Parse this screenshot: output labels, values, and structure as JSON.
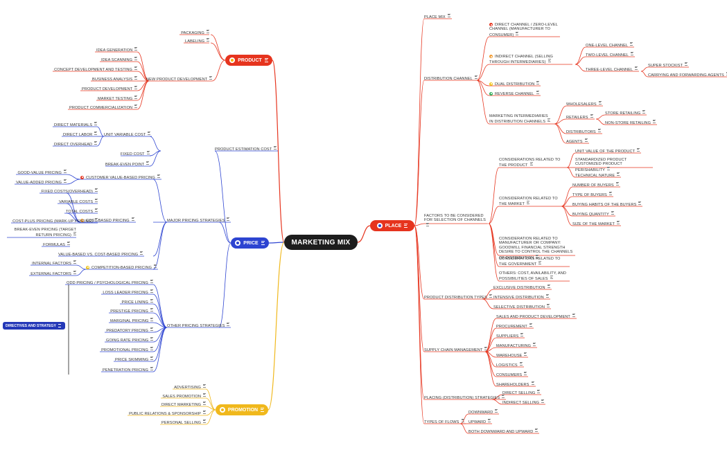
{
  "root": "MARKETING MIX",
  "detached_topic": "DIRECTIVES AND STRATEGY",
  "colors": {
    "product": "#e6341e",
    "price": "#2d44d1",
    "promotion": "#f0b81c",
    "place": "#e6341e",
    "place_line": "#e6341e",
    "price_line": "#2d44d1",
    "promotion_line": "#f0b81c",
    "product_line": "#e6341e",
    "dot_red": "#e6341e",
    "dot_orange": "#f29a2e",
    "dot_yellow": "#f0c419",
    "dot_green": "#2fae5b"
  },
  "branches": {
    "product": {
      "label": "PRODUCT",
      "children": [
        {
          "label": "PACKAGING"
        },
        {
          "label": "LABELING"
        },
        {
          "label": "NEW PRODUCT DEVELOPMENT",
          "children": [
            {
              "label": "IDEA GENERATION"
            },
            {
              "label": "IDEA SCANNING"
            },
            {
              "label": "CONCEPT DEVELOPMENT AND TESTING"
            },
            {
              "label": "BUSINESS ANALYSIS"
            },
            {
              "label": "PRODUCT DEVELOPMENT"
            },
            {
              "label": "MARKET TESTING"
            },
            {
              "label": "PRODUCT COMMERCIALIZATION"
            }
          ]
        }
      ]
    },
    "price": {
      "label": "PRICE",
      "children": [
        {
          "label": "PRODUCT ESTIMATION COST",
          "children": [
            {
              "label": "UNIT VARIABLE COST",
              "children": [
                {
                  "label": "DIRECT MATERIALS"
                },
                {
                  "label": "DIRECT LABOR"
                },
                {
                  "label": "DIRECT OVERHEAD"
                }
              ]
            },
            {
              "label": "FIXED COST"
            },
            {
              "label": "BREAK-EVEN POINT"
            }
          ]
        },
        {
          "label": "MAJOR PRICING STRATEGIES",
          "children": [
            {
              "label": "CUSTOMER VALUE-BASED PRICING",
              "children": [
                {
                  "label": "GOOD-VALUE PRICING"
                },
                {
                  "label": "VALUE-ADDED PRICING"
                }
              ]
            },
            {
              "label": "COST-BASED PRICING",
              "children": [
                {
                  "label": "FIXED COSTS(OVERHEAD)"
                },
                {
                  "label": "VARIABLE COSTS"
                },
                {
                  "label": "TOTAL COSTS"
                },
                {
                  "label": "COST-PLUS PRICING (MARK-UP PRICING)"
                },
                {
                  "label": "BREAK-EVEN PRICING (TARGET RETURN PRICING)"
                },
                {
                  "label": "FORMULAS"
                }
              ]
            },
            {
              "label": "VALUE-BASED VS. COST-BASED PRICING"
            },
            {
              "label": "COMPETITION-BASED PRICING",
              "children": [
                {
                  "label": "INTERNAL FACTORS"
                },
                {
                  "label": "EXTERNAL FACTORS"
                }
              ]
            }
          ]
        },
        {
          "label": "OTHER PRICING STRATEGIES",
          "children": [
            {
              "label": "ODD PRICING / PSYCHOLOGICAL PRICING"
            },
            {
              "label": "LOSS LEADER PRICING"
            },
            {
              "label": "PRICE LINING"
            },
            {
              "label": "PRESTIGE PRICING"
            },
            {
              "label": "MARGINAL PRICING"
            },
            {
              "label": "PREDATORY PRICING"
            },
            {
              "label": "GOING RATE PRICING"
            },
            {
              "label": "PROMOTIONAL PRICING"
            },
            {
              "label": "PRICE SKIMMING"
            },
            {
              "label": "PENETRATION PRICING"
            }
          ]
        }
      ]
    },
    "promotion": {
      "label": "PROMOTION",
      "children": [
        {
          "label": "ADVERTISING"
        },
        {
          "label": "SALES PROMOTION"
        },
        {
          "label": "DIRECT MARKETING"
        },
        {
          "label": "PUBLIC RELATIONS & SPONSORSHIP"
        },
        {
          "label": "PERSONAL SELLING"
        }
      ]
    },
    "place": {
      "label": "PLACE",
      "children": [
        {
          "label": "PLACE MIX"
        },
        {
          "label": "DISTRIBUTION CHANNEL",
          "children": [
            {
              "label": "DIRECT CHANNEL / ZERO-LEVEL CHANNEL (MANUFACTURER TO CONSUMER)"
            },
            {
              "label": "INDIRECT CHANNEL (SELLING THROUGH INTERMEDIARIES)",
              "children": [
                {
                  "label": "ONE-LEVEL CHANNEL"
                },
                {
                  "label": "TWO-LEVEL CHANNEL"
                },
                {
                  "label": "THREE-LEVEL CHANNEL",
                  "children": [
                    {
                      "label": "SUPER STOCKIST"
                    },
                    {
                      "label": "CARRYING AND FORWARDING AGENTS"
                    }
                  ]
                }
              ]
            },
            {
              "label": "DUAL DISTRIBUTION"
            },
            {
              "label": "REVERSE CHANNEL"
            },
            {
              "label": "MARKETING INTERMEDIARIES IN DISTRIBUTION CHANNELS",
              "children": [
                {
                  "label": "WHOLESALERS"
                },
                {
                  "label": "RETAILERS",
                  "children": [
                    {
                      "label": "STORE RETAILING"
                    },
                    {
                      "label": "NON-STORE RETAILING"
                    }
                  ]
                },
                {
                  "label": "DISTRIBUTORS"
                },
                {
                  "label": "AGENTS"
                }
              ]
            }
          ]
        },
        {
          "label": "FACTORS TO BE CONSIDERED FOR SELECTION OF CHANNELS",
          "children": [
            {
              "label": "CONSIDERATIONS RELATED TO THE PRODUCT",
              "children": [
                {
                  "label": "UNIT VALUE OF THE PRODUCT"
                },
                {
                  "label": "STANDARDIZED PRODUCT CUSTOMIZED PRODUCT PERISHABILITY"
                },
                {
                  "label": "TECHNICAL NATURE"
                }
              ]
            },
            {
              "label": "CONSIDERATION RELATED TO THE MARKET",
              "children": [
                {
                  "label": "NUMBER OF BUYERS"
                },
                {
                  "label": "TYPE OF BUYERS"
                },
                {
                  "label": "BUYING HABITS OF THE BUYERS"
                },
                {
                  "label": "BUYING QUANTITY"
                },
                {
                  "label": "SIZE OF THE MARKET"
                }
              ]
            },
            {
              "label": "CONSIDERATION RELATED TO MANUFACTURER OR COMPANY: GOODWILL FINANCIAL STRENGTH DESIRE TO CONTROL THE CHANNELS OF DISTRIBUTION"
            },
            {
              "label": "CONSIDERATIONS RELATED TO THE GOVERNMENT"
            },
            {
              "label": "OTHERS: COST, AVAILABILITY, AND POSSIBILITIES OF SALES"
            }
          ]
        },
        {
          "label": "PRODUCT DISTRIBUTION TYPES",
          "children": [
            {
              "label": "EXCLUSIVE DISTRIBUTION"
            },
            {
              "label": "INTENSIVE DISTRIBUTION"
            },
            {
              "label": "SELECTIVE DISTRIBUTION"
            }
          ]
        },
        {
          "label": "SUPPLY CHAIN MANAGEMENT",
          "children": [
            {
              "label": "SALES AND PRODUCT DEVELOPMENT"
            },
            {
              "label": "PROCUREMENT"
            },
            {
              "label": "SUPPLIERS"
            },
            {
              "label": "MANUFACTURING"
            },
            {
              "label": "WAREHOUSE"
            },
            {
              "label": "LOGISTICS"
            },
            {
              "label": "CONSUMERS"
            },
            {
              "label": "SHAREHOLDERS"
            }
          ]
        },
        {
          "label": "PLACING (DISTRIBUTION) STRATEGIES",
          "children": [
            {
              "label": "DIRECT SELLING"
            },
            {
              "label": "INDIRECT SELLING"
            }
          ]
        },
        {
          "label": "TYPES OF FLOWS",
          "children": [
            {
              "label": "DOWNWARD"
            },
            {
              "label": "UPWARD"
            },
            {
              "label": "BOTH DOWNWARD AND UPWARD"
            }
          ]
        }
      ]
    }
  }
}
